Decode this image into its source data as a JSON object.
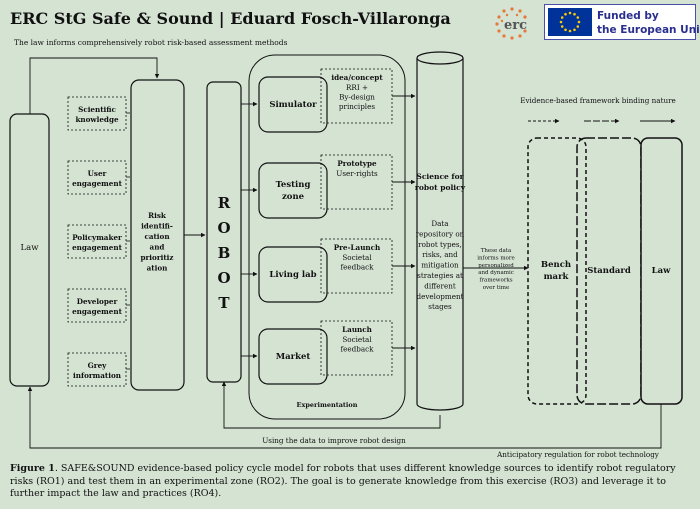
{
  "header": {
    "title": "ERC StG Safe & Sound | Eduard Fosch-Villaronga",
    "subtitle": "The law informs comprehensively robot risk-based assessment methods",
    "erc_logo_text": "erc",
    "eu_line1": "Funded by",
    "eu_line2": "the European Union"
  },
  "colors": {
    "background": "#d5e3d3",
    "box_fill": "#d5e3d3",
    "stroke": "#111111",
    "eu_blue": "#003399",
    "erc_orange": "#e8773a"
  },
  "diagram": {
    "law_left": "Law",
    "knowledge_sources": [
      "Scientific knowledge",
      "User engagement",
      "Policymaker engagement",
      "Developer engagement",
      "Grey information"
    ],
    "risk_box": [
      "Risk",
      "identifi-",
      "cation",
      "and",
      "prioritiz",
      "ation"
    ],
    "robot_letters": [
      "R",
      "O",
      "B",
      "O",
      "T"
    ],
    "stages": [
      {
        "name": [
          "Simulator"
        ],
        "desc_title": "idea/concept",
        "desc": [
          "RRI +",
          "By-design",
          "principles"
        ]
      },
      {
        "name": [
          "Testing",
          "zone"
        ],
        "desc_title": "Prototype",
        "desc": [
          "User-rights"
        ]
      },
      {
        "name": [
          "Living lab"
        ],
        "desc_title": "Pre-Launch",
        "desc": [
          "Societal",
          "feedback"
        ]
      },
      {
        "name": [
          "Market"
        ],
        "desc_title": "Launch",
        "desc": [
          "Societal",
          "feedback"
        ]
      }
    ],
    "experimentation_label": "Experimentation",
    "science_title": [
      "Science for",
      "robot policy"
    ],
    "science_body": [
      "Data",
      "repository on",
      "robot types,",
      "risks, and",
      "mitigation",
      "strategies at",
      "different",
      "development",
      "stages"
    ],
    "informs_note": [
      "These data",
      "informs more",
      "personalized",
      "and dynamic",
      "frameworks",
      "over time"
    ],
    "binding_label": "Evidence-based framework binding nature",
    "frameworks": [
      [
        "Bench",
        "mark"
      ],
      [
        "Standard"
      ],
      [
        "Law"
      ]
    ],
    "feedback_label": "Using the data to improve robot design",
    "anticipatory_label": "Anticipatory regulation for robot technology"
  },
  "caption": {
    "label": "Figure 1",
    "text": ". SAFE&SOUND evidence-based policy cycle model for robots that uses different knowledge sources to identify robot regulatory risks (RO1) and test them in an experimental zone (RO2). The goal is to generate knowledge from this exercise (RO3) and leverage it to further impact the law and practices (RO4)."
  }
}
